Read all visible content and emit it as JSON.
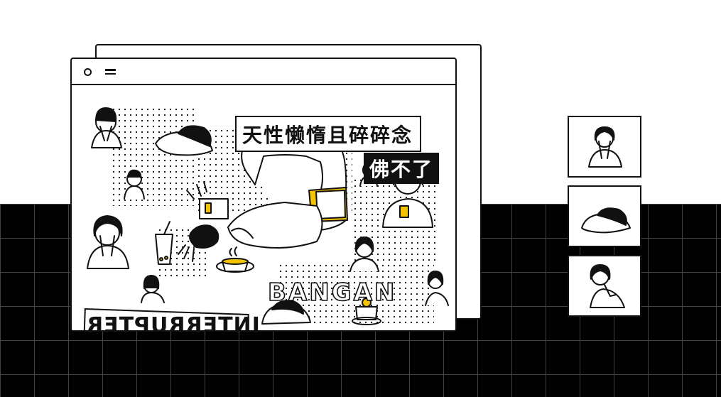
{
  "window": {
    "controls": [
      "circle-button",
      "menu-button"
    ]
  },
  "artwork": {
    "title": "天性懒惰且碎碎念",
    "subtitle": "佛不了",
    "wordmark": "BANGAN",
    "mirrored_label": "INTERRUPTER"
  },
  "thumbnails": [
    "girl-covering-face",
    "girl-sleeping-on-desk",
    "girl-thinking"
  ],
  "colors": {
    "accent": "#f5c400",
    "ink": "#111111",
    "floor": "#000000"
  }
}
